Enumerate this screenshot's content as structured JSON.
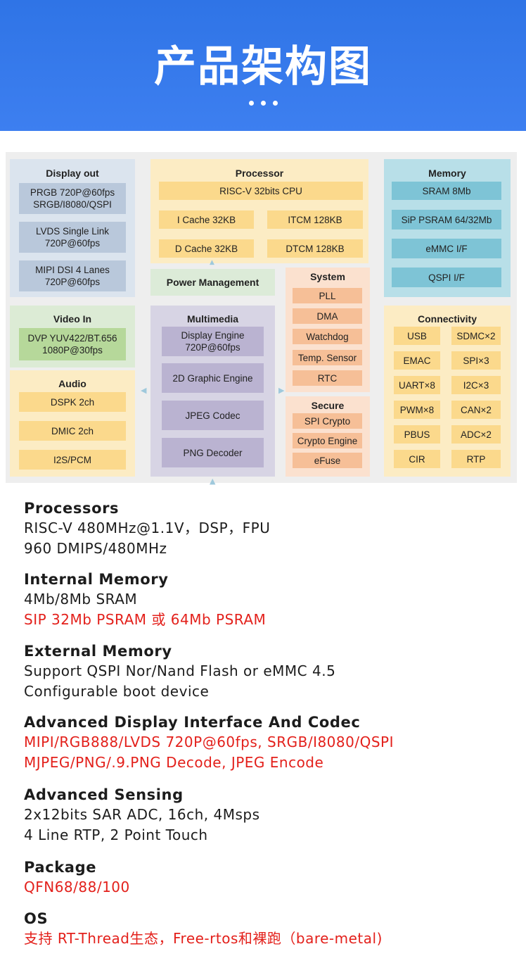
{
  "banner": {
    "title": "产品架构图"
  },
  "diagram": {
    "display_out": {
      "title": "Display out",
      "items": [
        "PRGB 720P@60fps\nSRGB/I8080/QSPI",
        "LVDS Single Link\n720P@60fps",
        "MIPI DSI 4 Lanes\n720P@60fps"
      ]
    },
    "processor": {
      "title": "Processor",
      "cpu": "RISC-V 32bits CPU",
      "icache": "I Cache 32KB",
      "itcm": "ITCM 128KB",
      "dcache": "D Cache 32KB",
      "dtcm": "DTCM 128KB"
    },
    "memory": {
      "title": "Memory",
      "items": [
        "SRAM 8Mb",
        "SiP PSRAM 64/32Mb",
        "eMMC I/F",
        "QSPI  I/F"
      ]
    },
    "power": {
      "title": "Power Management"
    },
    "video_in": {
      "title": "Video In",
      "items": [
        "DVP YUV422/BT.656\n1080P@30fps"
      ]
    },
    "audio": {
      "title": "Audio",
      "items": [
        "DSPK 2ch",
        "DMIC 2ch",
        "I2S/PCM"
      ]
    },
    "multimedia": {
      "title": "Multimedia",
      "items": [
        "Display Engine\n720P@60fps",
        "2D Graphic Engine",
        "JPEG Codec",
        "PNG Decoder"
      ]
    },
    "system": {
      "title": "System",
      "items": [
        "PLL",
        "DMA",
        "Watchdog",
        "Temp. Sensor",
        "RTC"
      ]
    },
    "secure": {
      "title": "Secure",
      "items": [
        "SPI Crypto",
        "Crypto Engine",
        "eFuse"
      ]
    },
    "connectivity": {
      "title": "Connectivity",
      "items": [
        "USB",
        "SDMC×2",
        "EMAC",
        "SPI×3",
        "UART×8",
        "I2C×3",
        "PWM×8",
        "CAN×2",
        "PBUS",
        "ADC×2",
        "CIR",
        "RTP"
      ]
    }
  },
  "specs": [
    {
      "heading": "Processors",
      "lines": [
        {
          "text": "RISC-V 480MHz@1.1V，DSP，FPU",
          "red": false
        },
        {
          "text": "960 DMIPS/480MHz",
          "red": false
        }
      ]
    },
    {
      "heading": "Internal Memory",
      "lines": [
        {
          "text": "4Mb/8Mb SRAM",
          "red": false
        },
        {
          "text": "SIP 32Mb PSRAM 或 64Mb PSRAM",
          "red": true
        }
      ]
    },
    {
      "heading": "External Memory",
      "lines": [
        {
          "text": "Support QSPI Nor/Nand Flash or eMMC 4.5",
          "red": false
        },
        {
          "text": "Configurable boot device",
          "red": false
        }
      ]
    },
    {
      "heading": "Advanced Display Interface And Codec",
      "lines": [
        {
          "text": "MIPI/RGB888/LVDS 720P@60fps, SRGB/I8080/QSPI",
          "red": true
        },
        {
          "text": "MJPEG/PNG/.9.PNG Decode, JPEG Encode",
          "red": true
        }
      ]
    },
    {
      "heading": "Advanced Sensing",
      "lines": [
        {
          "text": "2x12bits SAR ADC, 16ch, 4Msps",
          "red": false
        },
        {
          "text": "4 Line RTP, 2 Point Touch",
          "red": false
        }
      ]
    },
    {
      "heading": "Package",
      "lines": [
        {
          "text": "QFN68/88/100",
          "red": true
        }
      ]
    },
    {
      "heading": "OS",
      "lines": [
        {
          "text": "支持 RT-Thread生态，Free-rtos和裸跑（bare-metal)",
          "red": true
        }
      ]
    }
  ]
}
